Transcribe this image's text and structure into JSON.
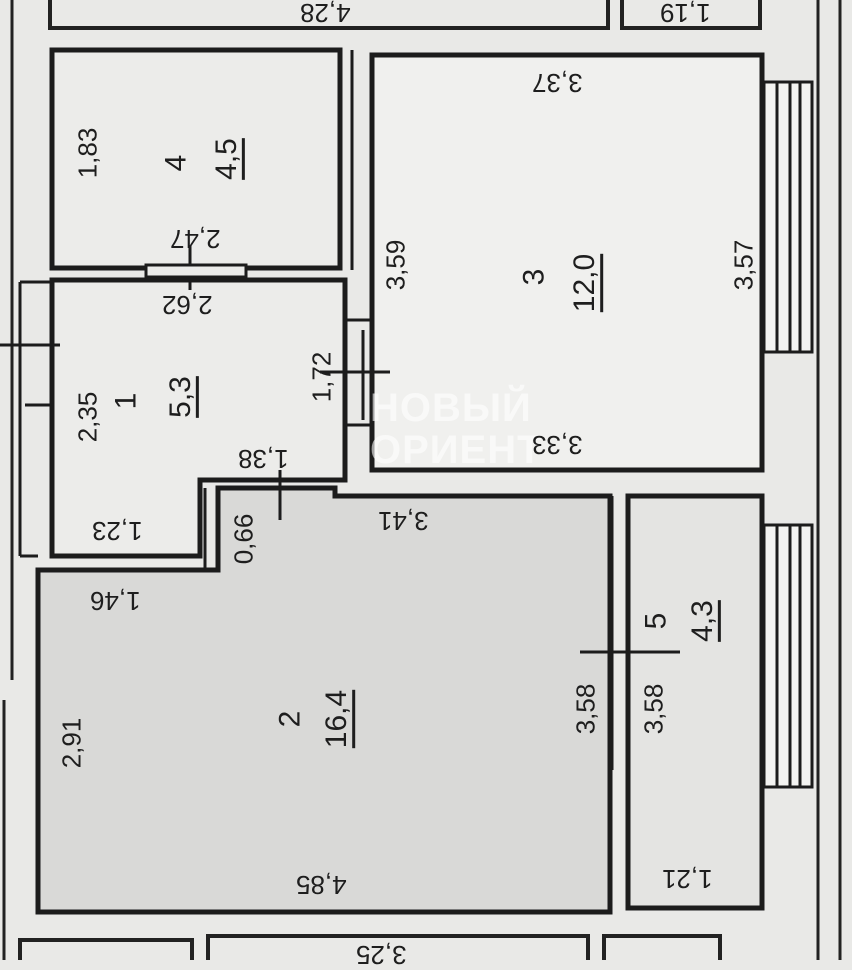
{
  "watermark": {
    "line1": "НОВЫЙ",
    "line2": "ОРИЕНТ"
  },
  "rooms": [
    {
      "number": "1",
      "area": "5,3"
    },
    {
      "number": "2",
      "area": "16,4"
    },
    {
      "number": "3",
      "area": "12,0"
    },
    {
      "number": "4",
      "area": "4,5"
    },
    {
      "number": "5",
      "area": "4,3"
    }
  ],
  "dimensions": {
    "top_partial_a": "4,28",
    "top_partial_b": "1,19",
    "r4_side": "1,83",
    "r4_bottom": "2,47",
    "r1_top": "2,62",
    "r1_side": "2,35",
    "r1_door": "1,72",
    "r1_step": "1,38",
    "r1_bottom": "1,23",
    "step_small": "0,66",
    "r2_top_left": "1,46",
    "r2_top_right": "3,41",
    "r2_side": "2,91",
    "r2_bottom": "4,85",
    "r2_right": "3,58",
    "r3_top": "3,37",
    "r3_left": "3,59",
    "r3_right": "3,57",
    "r3_bottom": "3,33",
    "r5_left": "3,58",
    "r5_bottom": "1,21",
    "bottom_partial": "3,25"
  }
}
